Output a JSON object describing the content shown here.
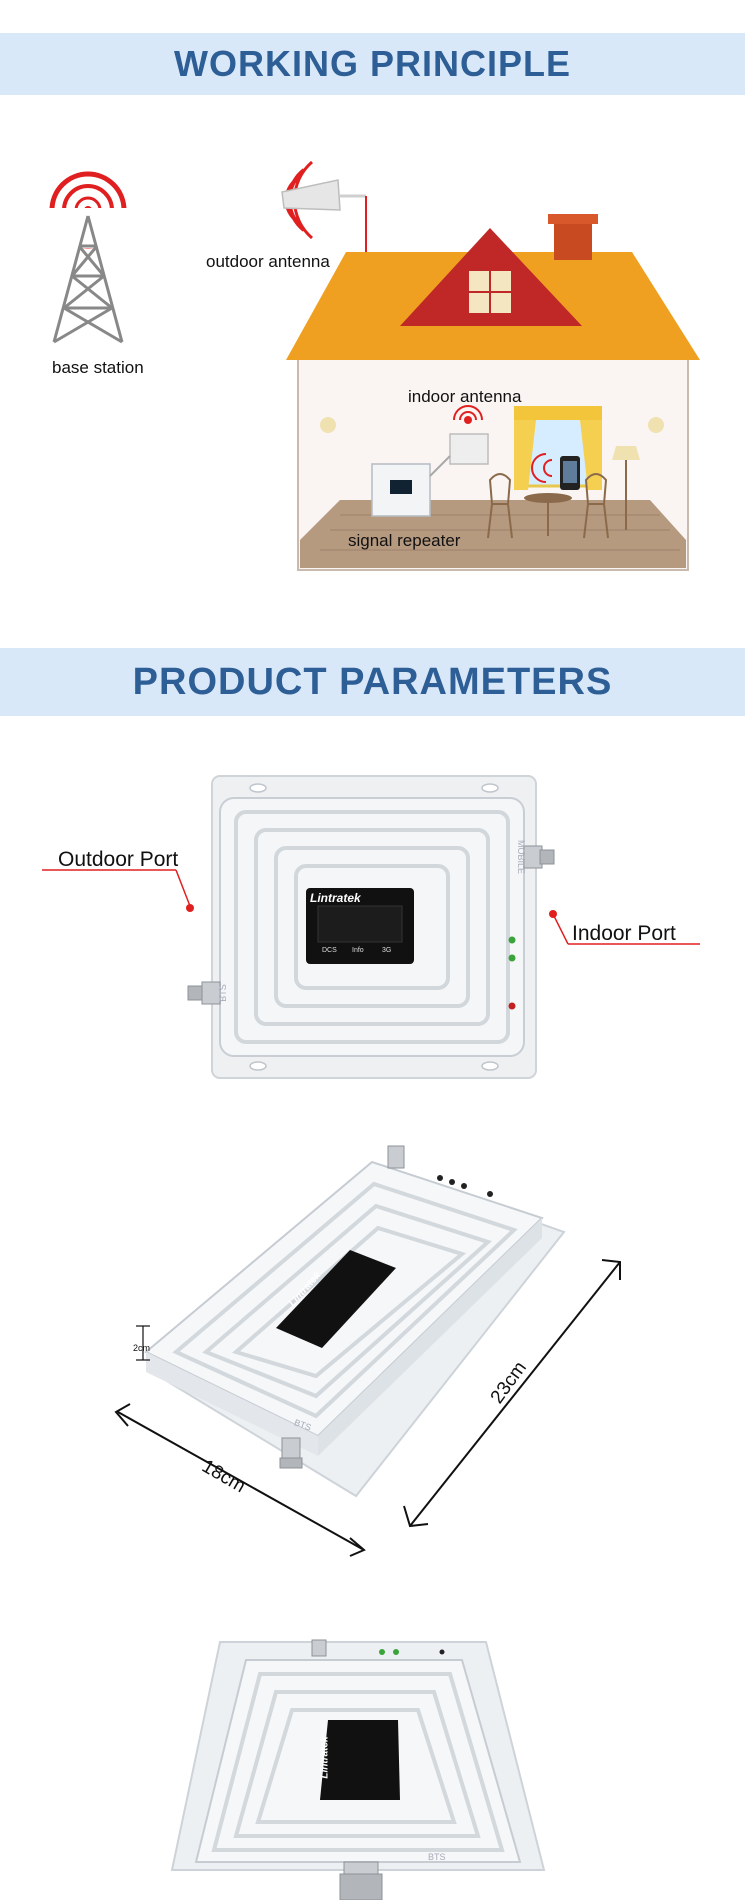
{
  "sections": {
    "working_principle_title": "WORKING PRINCIPLE",
    "product_parameters_title": "PRODUCT PARAMETERS"
  },
  "diagram": {
    "base_station_label": "base station",
    "outdoor_antenna_label": "outdoor antenna",
    "indoor_antenna_label": "indoor antenna",
    "signal_repeater_label": "signal repeater"
  },
  "device_front": {
    "brand": "Lintratek",
    "screen_labels": [
      "DCS",
      "Info",
      "3G"
    ],
    "outdoor_port_label": "Outdoor Port",
    "indoor_port_label": "Indoor Port",
    "side_text_left": "BTS",
    "side_text_right": "MOBILE"
  },
  "device_angle": {
    "brand": "Lintratek",
    "height_label": "2cm",
    "width_label": "18cm",
    "length_label": "23cm",
    "side_text": "BTS"
  },
  "device_bottom": {
    "brand": "Lintratek",
    "side_text": "BTS"
  },
  "colors": {
    "banner_bg": "#d9e8f8",
    "banner_text": "#2d5e96",
    "signal_red": "#e02020",
    "roof_orange": "#f0a020",
    "gable_red": "#c02828",
    "device_white": "#f4f6f8"
  }
}
